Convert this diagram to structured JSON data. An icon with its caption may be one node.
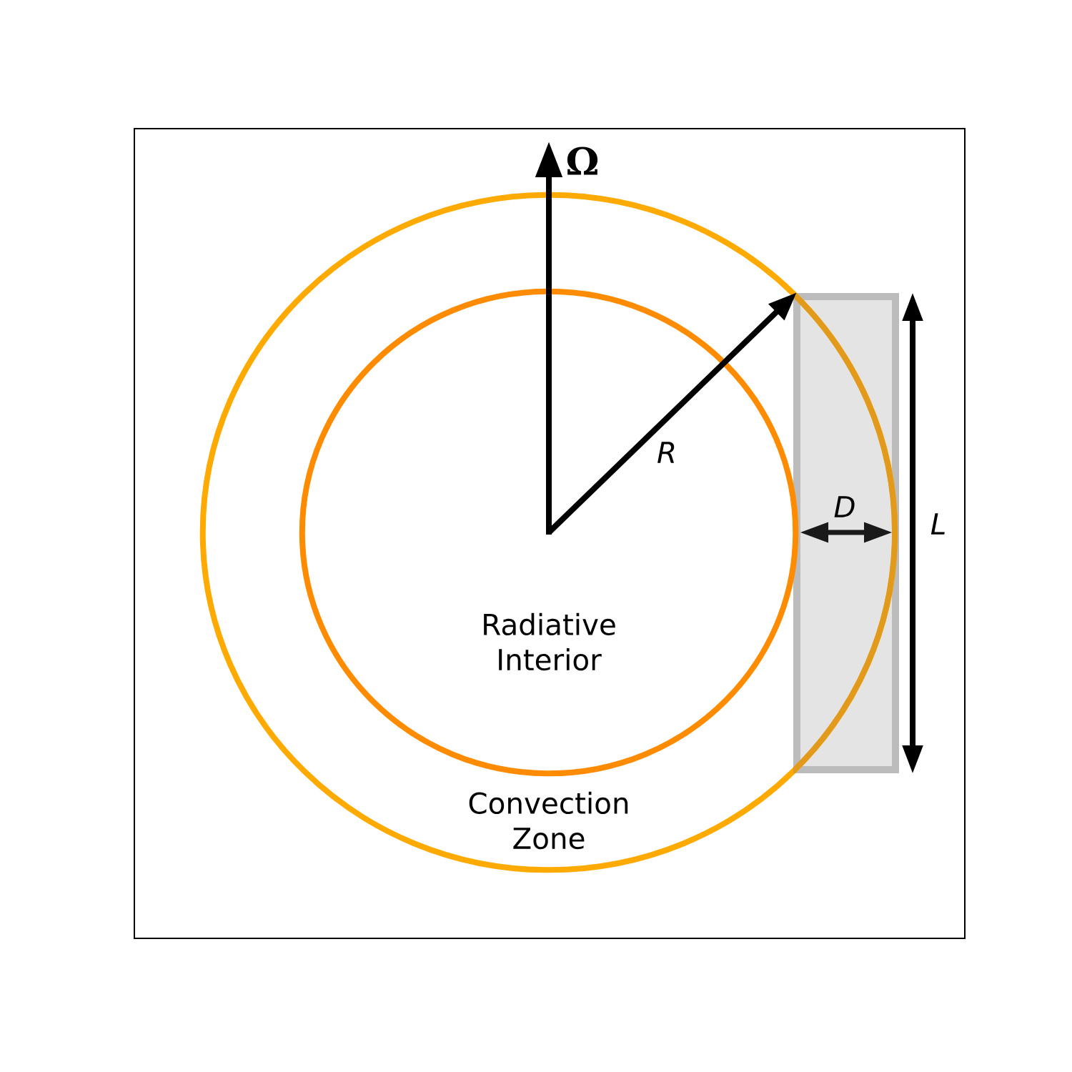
{
  "diagram": {
    "nodes": [
      {
        "text": [
          "Convection Zone"
        ]
      },
      {
        "text": [
          "Radiative Interior"
        ],
        "in": 0
      }
    ],
    "labels": [
      "Ω",
      "R",
      "D",
      "L"
    ]
  }
}
